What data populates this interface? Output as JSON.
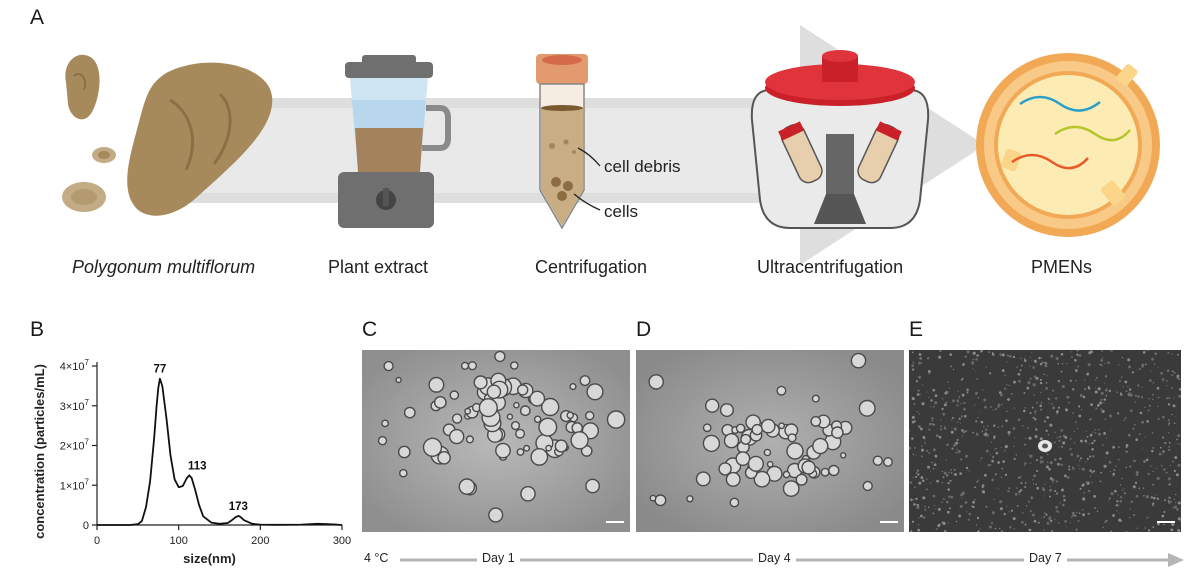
{
  "panel_a": {
    "letter": "A",
    "steps": [
      {
        "label": "Polygonum multiflorum"
      },
      {
        "label": "Plant extract"
      },
      {
        "label": "Centrifugation"
      },
      {
        "label": "Ultracentrifugation"
      },
      {
        "label": "PMENs"
      }
    ],
    "tube_labels": {
      "top": "cell debris",
      "bottom": "cells"
    }
  },
  "panel_b": {
    "letter": "B",
    "chart_data": {
      "type": "line",
      "xlabel": "size(nm)",
      "ylabel": "concentration (particles/mL)",
      "xlim": [
        0,
        300
      ],
      "ylim": [
        0,
        40000000
      ],
      "x_ticks": [
        "0",
        "100",
        "200",
        "300"
      ],
      "y_ticks": [
        "0",
        "1×10^7",
        "2×10^7",
        "3×10^7",
        "4×10^7"
      ],
      "peak_labels": [
        "77",
        "113",
        "173"
      ],
      "x": [
        0,
        40,
        50,
        55,
        60,
        65,
        70,
        73,
        75,
        77,
        80,
        85,
        90,
        95,
        100,
        105,
        110,
        113,
        116,
        120,
        125,
        130,
        140,
        150,
        160,
        165,
        170,
        173,
        176,
        180,
        190,
        200,
        220,
        250,
        270,
        290,
        300
      ],
      "values": [
        0,
        0,
        200000,
        1000000,
        4500000,
        11000000,
        22000000,
        30000000,
        34500000,
        36800000,
        35000000,
        27000000,
        17500000,
        11500000,
        9500000,
        9800000,
        11800000,
        12500000,
        11800000,
        9000000,
        5000000,
        2200000,
        600000,
        300000,
        500000,
        1200000,
        2000000,
        2300000,
        2000000,
        1200000,
        300000,
        100000,
        50000,
        100000,
        300000,
        150000,
        0
      ],
      "grid": false
    }
  },
  "panel_c": {
    "letter": "C"
  },
  "panel_d": {
    "letter": "D"
  },
  "panel_e": {
    "letter": "E"
  },
  "timeline": {
    "start": "4 °C",
    "labels": [
      "Day 1",
      "Day 4",
      "Day 7"
    ]
  },
  "colors": {
    "root": "#a68a5b",
    "arrow_band": "#dcdcdc",
    "blender_gray": "#6f6f6f",
    "blender_jar": "#b8d7ec",
    "blender_liquid": "#a4825c",
    "cap_orange": "#e39a6e",
    "centrifuge_red": "#c9202a",
    "vesicle_fill": "#fbe9a6",
    "lipid_orange": "#f2a955",
    "rna_blue": "#2aa0c8",
    "rna_green": "#b6c52a",
    "rna_red": "#e85a2a",
    "timeline_gray": "#b5b5b5"
  }
}
